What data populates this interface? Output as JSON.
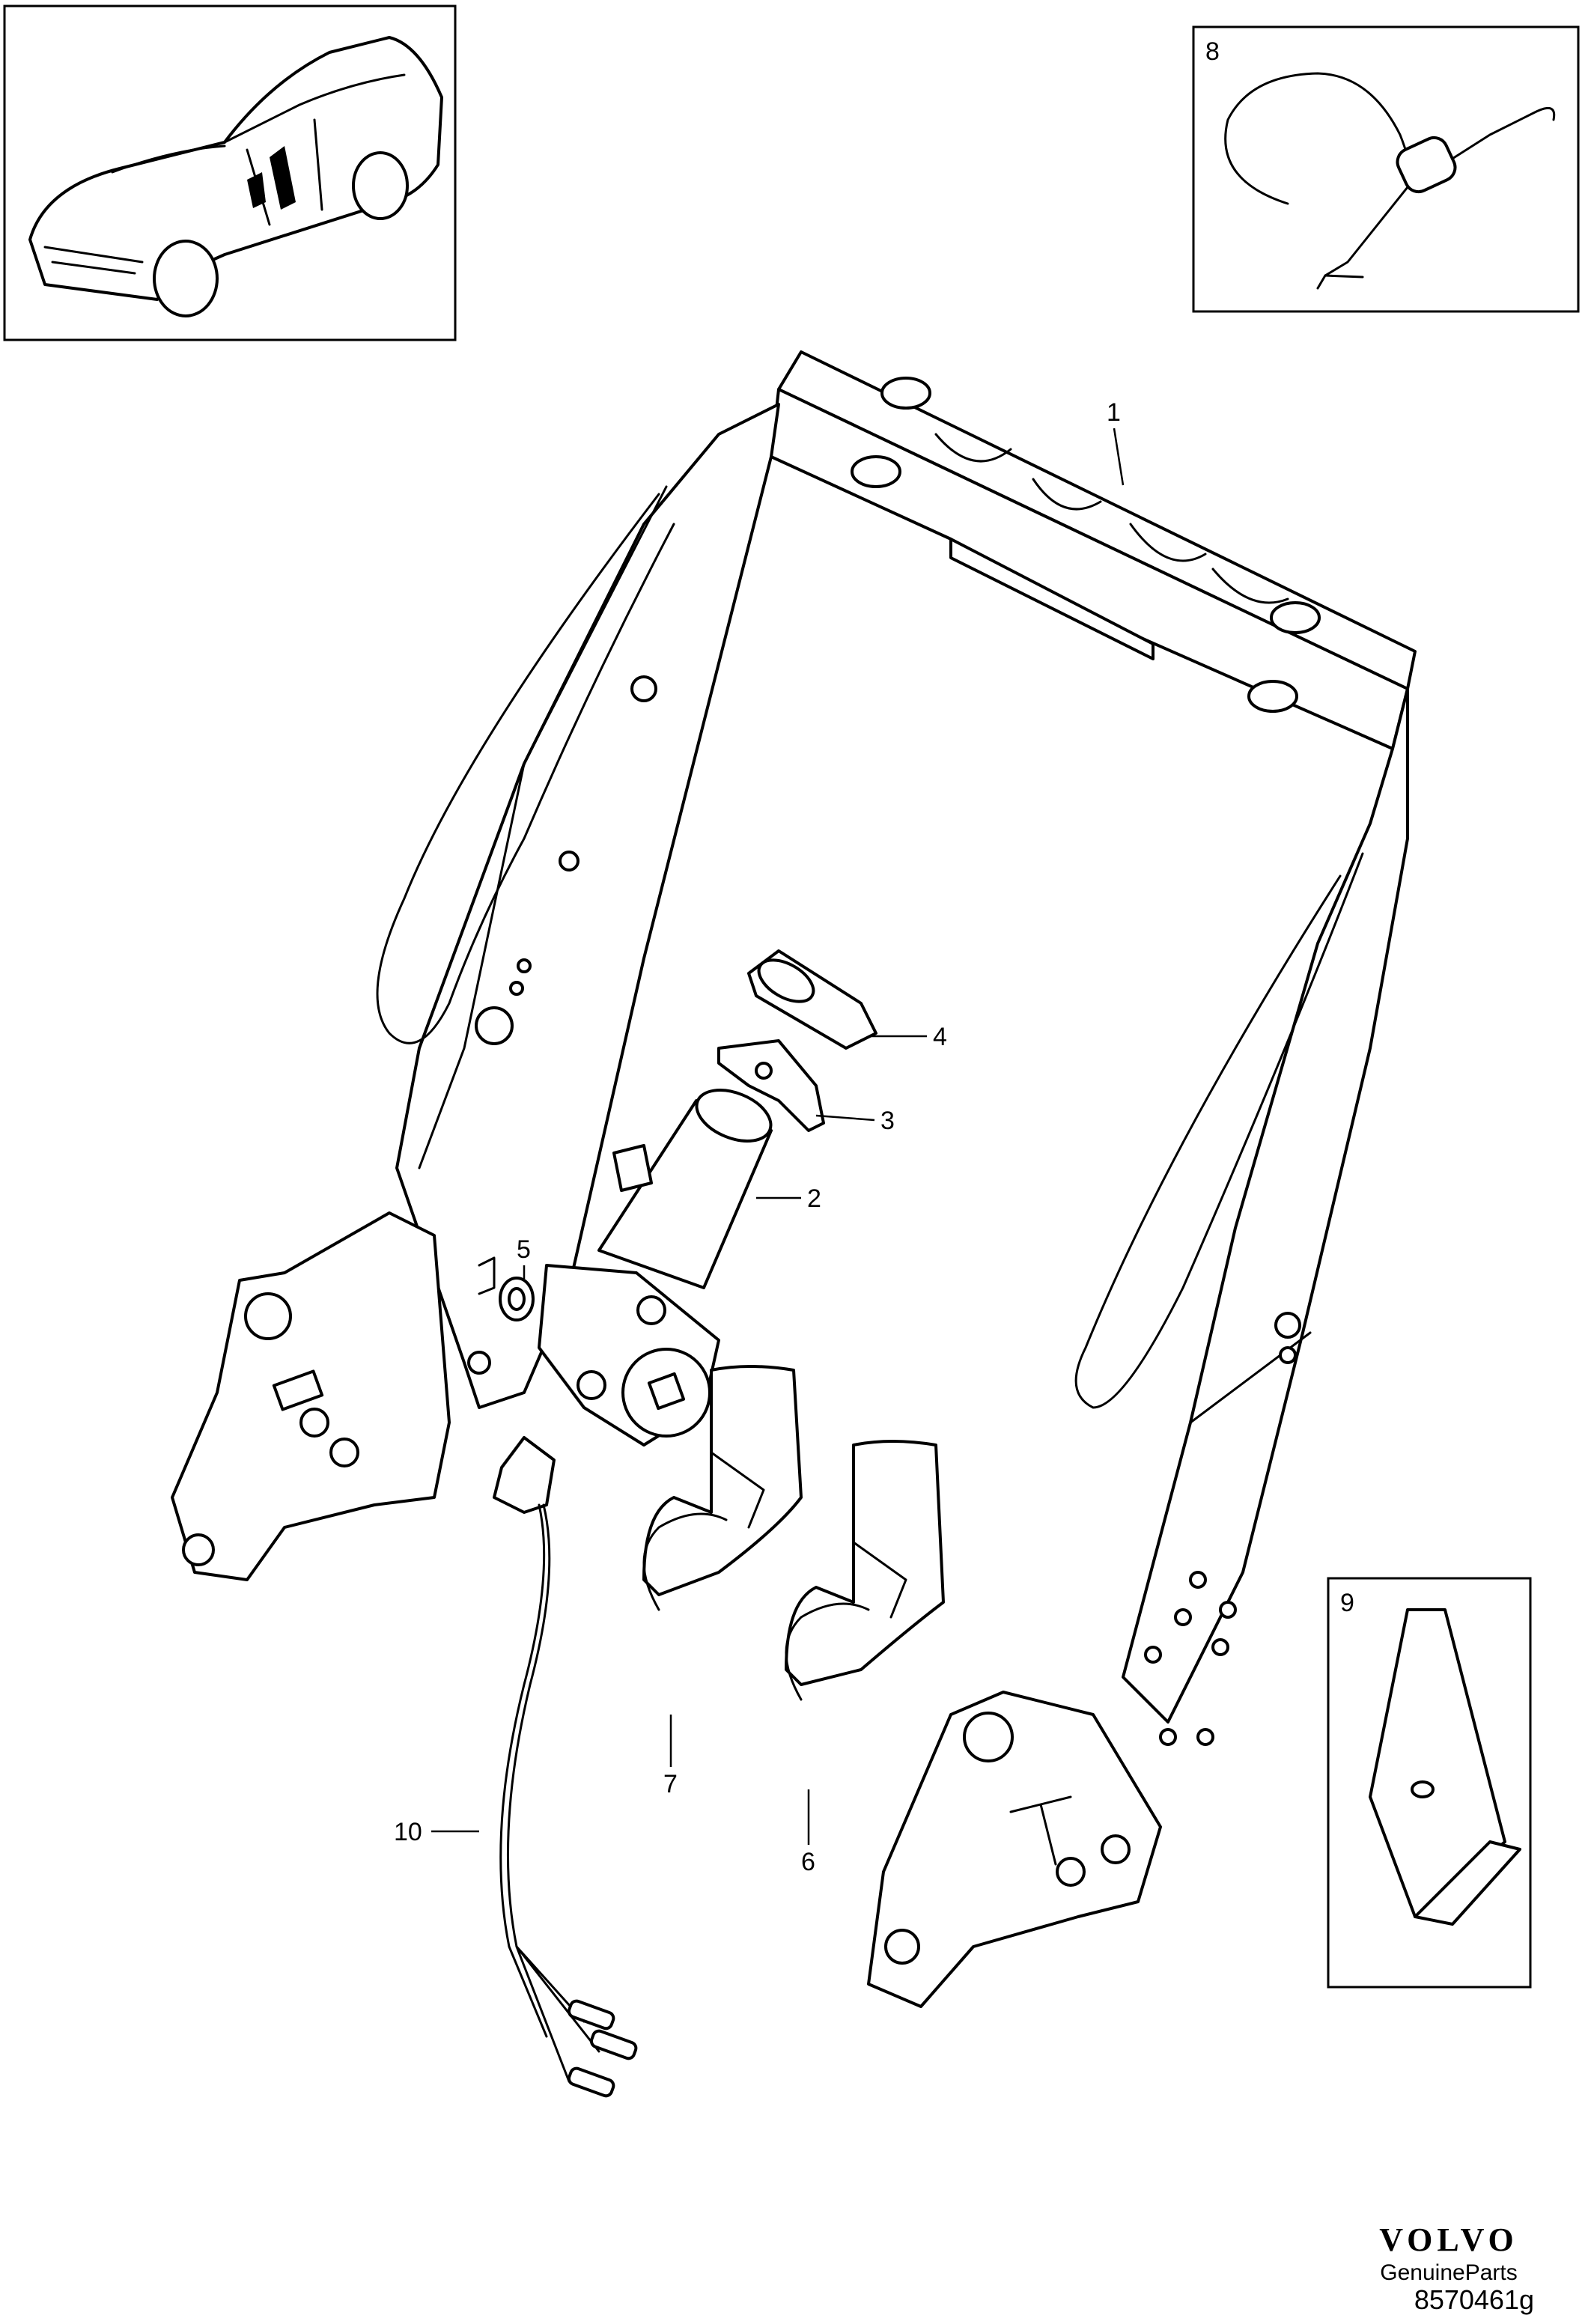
{
  "callouts": [
    "1",
    "2",
    "3",
    "4",
    "5",
    "6",
    "7",
    "8",
    "9",
    "10"
  ],
  "brand": {
    "logo_text": "VOLVO",
    "subtitle": "GenuineParts",
    "diagram_code": "8570461g"
  },
  "inset_icons": {
    "vehicle": "car-overview-icon",
    "part_8": "cable-spring-icon",
    "part_9": "bracket-clip-icon"
  }
}
